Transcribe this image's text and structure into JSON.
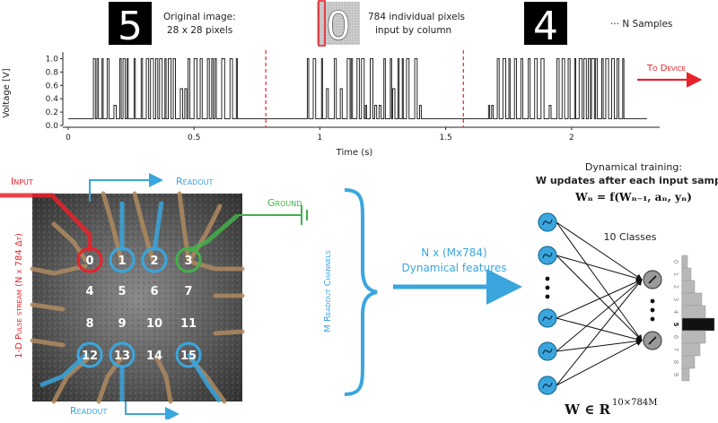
{
  "top_panel": {
    "labels": {
      "original_image": [
        "Original image:",
        "28 x 28 pixels"
      ],
      "pixels_input": [
        "784 individual pixels",
        "input by column"
      ],
      "samples": "··· N Samples",
      "to_device": "To Device"
    },
    "digits": [
      "5",
      "0",
      "4"
    ],
    "axis": {
      "ylabel": "Voltage  [V]",
      "xlabel": "Time (s)",
      "yticks": [
        "0.0",
        "0.2",
        "0.4",
        "0.6",
        "0.8",
        "1.0"
      ],
      "xticks": [
        "0",
        "0.5",
        "1",
        "1.5",
        "2"
      ]
    }
  },
  "chart_data": {
    "type": "line",
    "title": "",
    "xlabel": "Time (s)",
    "ylabel": "Voltage  [V]",
    "xlim": [
      0,
      2.35
    ],
    "ylim": [
      0,
      1.1
    ],
    "baseline_voltage": 0.1,
    "sample_dividers_s": [
      0.785,
      1.57
    ],
    "series": [
      {
        "segment": "sample-1",
        "x_range": [
          0.1,
          0.68
        ],
        "low": 0.1,
        "high_levels": [
          1.0,
          0.3,
          0.55
        ]
      },
      {
        "segment": "sample-2",
        "x_range": [
          0.95,
          1.42
        ],
        "low": 0.1,
        "high_levels": [
          1.0,
          0.3,
          0.55
        ]
      },
      {
        "segment": "sample-3",
        "x_range": [
          1.67,
          2.22
        ],
        "low": 0.1,
        "high_levels": [
          1.0,
          0.3,
          0.55
        ]
      }
    ],
    "grid": false
  },
  "device": {
    "input_label": "Input",
    "readout_label_top": "Readout",
    "readout_label_bottom": "Readout",
    "ground_label": "Ground",
    "pulse_label": "1-D Pulse stream (N x 784 Δt)",
    "nodes": [
      "0",
      "1",
      "2",
      "3",
      "4",
      "5",
      "6",
      "7",
      "8",
      "9",
      "10",
      "11",
      "12",
      "13",
      "14",
      "15"
    ],
    "channels_label": "M Readout Channels"
  },
  "features": {
    "line1": "N x (Mx784)",
    "line2": "Dynamical features"
  },
  "network": {
    "title_line1": "Dynamical training:",
    "title_line2": "W updates after each input sample",
    "equation": "Wₙ = f(Wₙ₋₁, aₙ, yₙ)",
    "classes_label": "10 Classes",
    "weight_eq": "W ∈ R",
    "weight_sup": "10×784M",
    "bar_ticks": [
      "0",
      "1",
      "2",
      "3",
      "4",
      "5",
      "6",
      "7",
      "8",
      "9"
    ],
    "predicted_class": "5"
  },
  "colors": {
    "input": "#e8222a",
    "readout": "#3aa6dd",
    "ground": "#43b04a",
    "divider": "#e8222a",
    "trace": "#111111"
  }
}
